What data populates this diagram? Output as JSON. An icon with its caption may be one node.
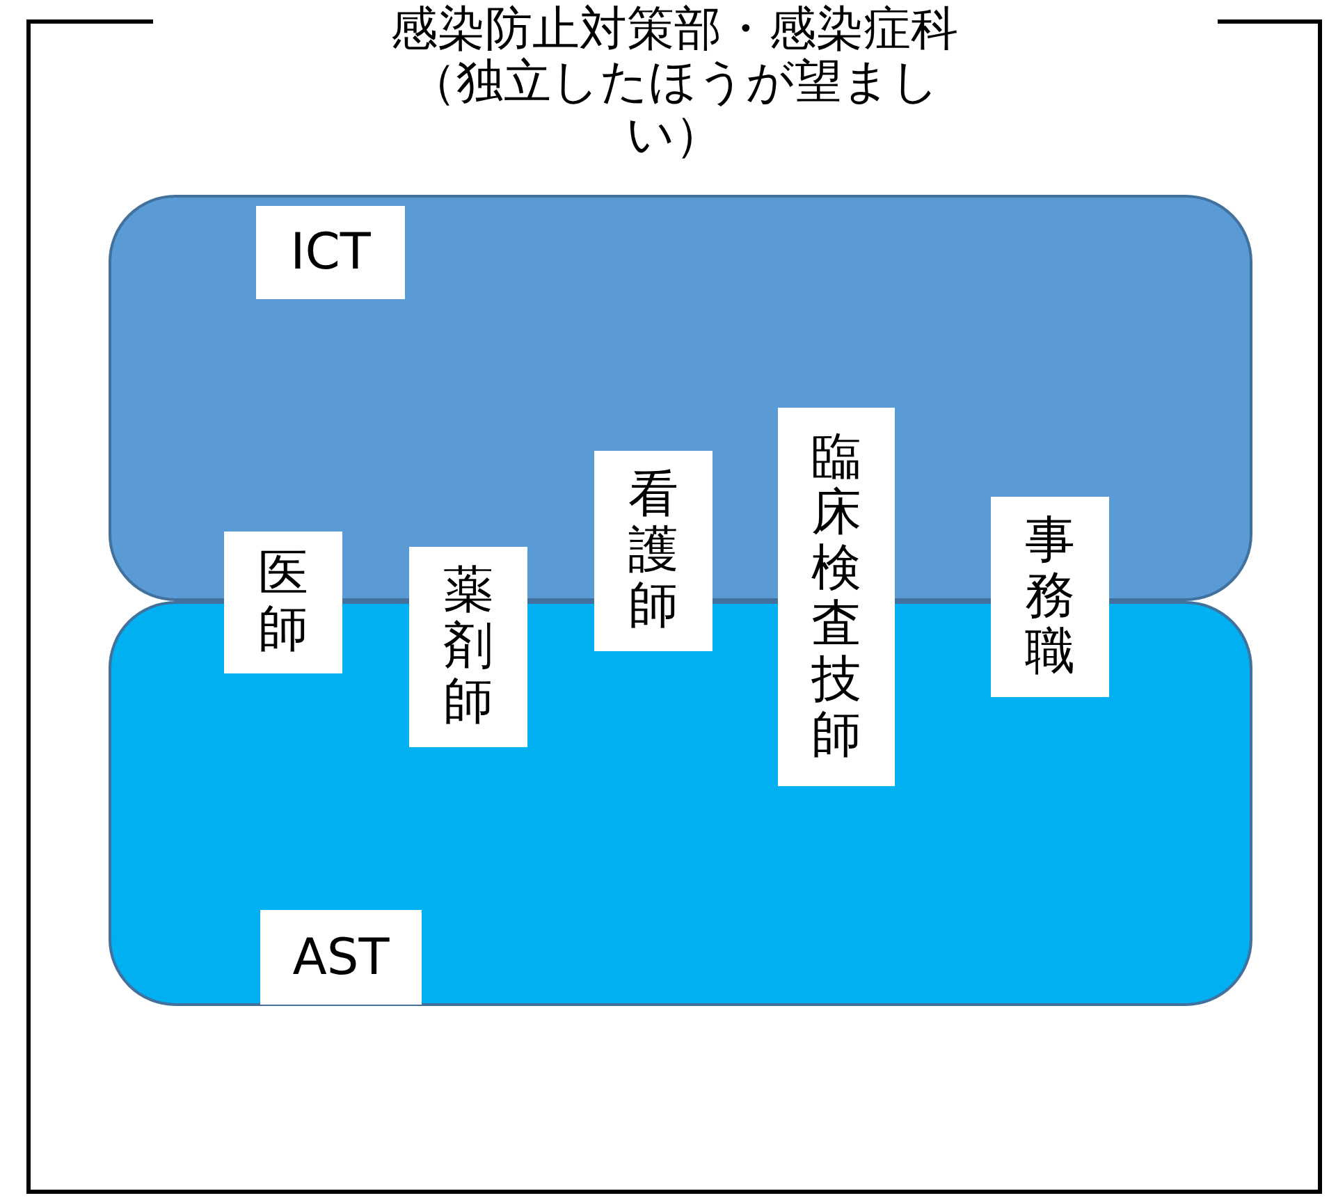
{
  "diagram": {
    "nodes": [
      {
        "text": [
          "感染防止対策部・感染症科（独立したほうが望ましい）"
        ]
      },
      {
        "text": [
          "ICT"
        ],
        "in": 0
      },
      {
        "text": [
          "AST"
        ],
        "in": 0
      },
      {
        "text": [
          "医師"
        ],
        "in": 0
      },
      {
        "text": [
          "薬剤師"
        ],
        "in": 0
      },
      {
        "text": [
          "看護師"
        ],
        "in": 0
      },
      {
        "text": [
          "臨床検査技師"
        ],
        "in": 0
      },
      {
        "text": [
          "事務職"
        ],
        "in": 0
      }
    ],
    "edges": []
  }
}
